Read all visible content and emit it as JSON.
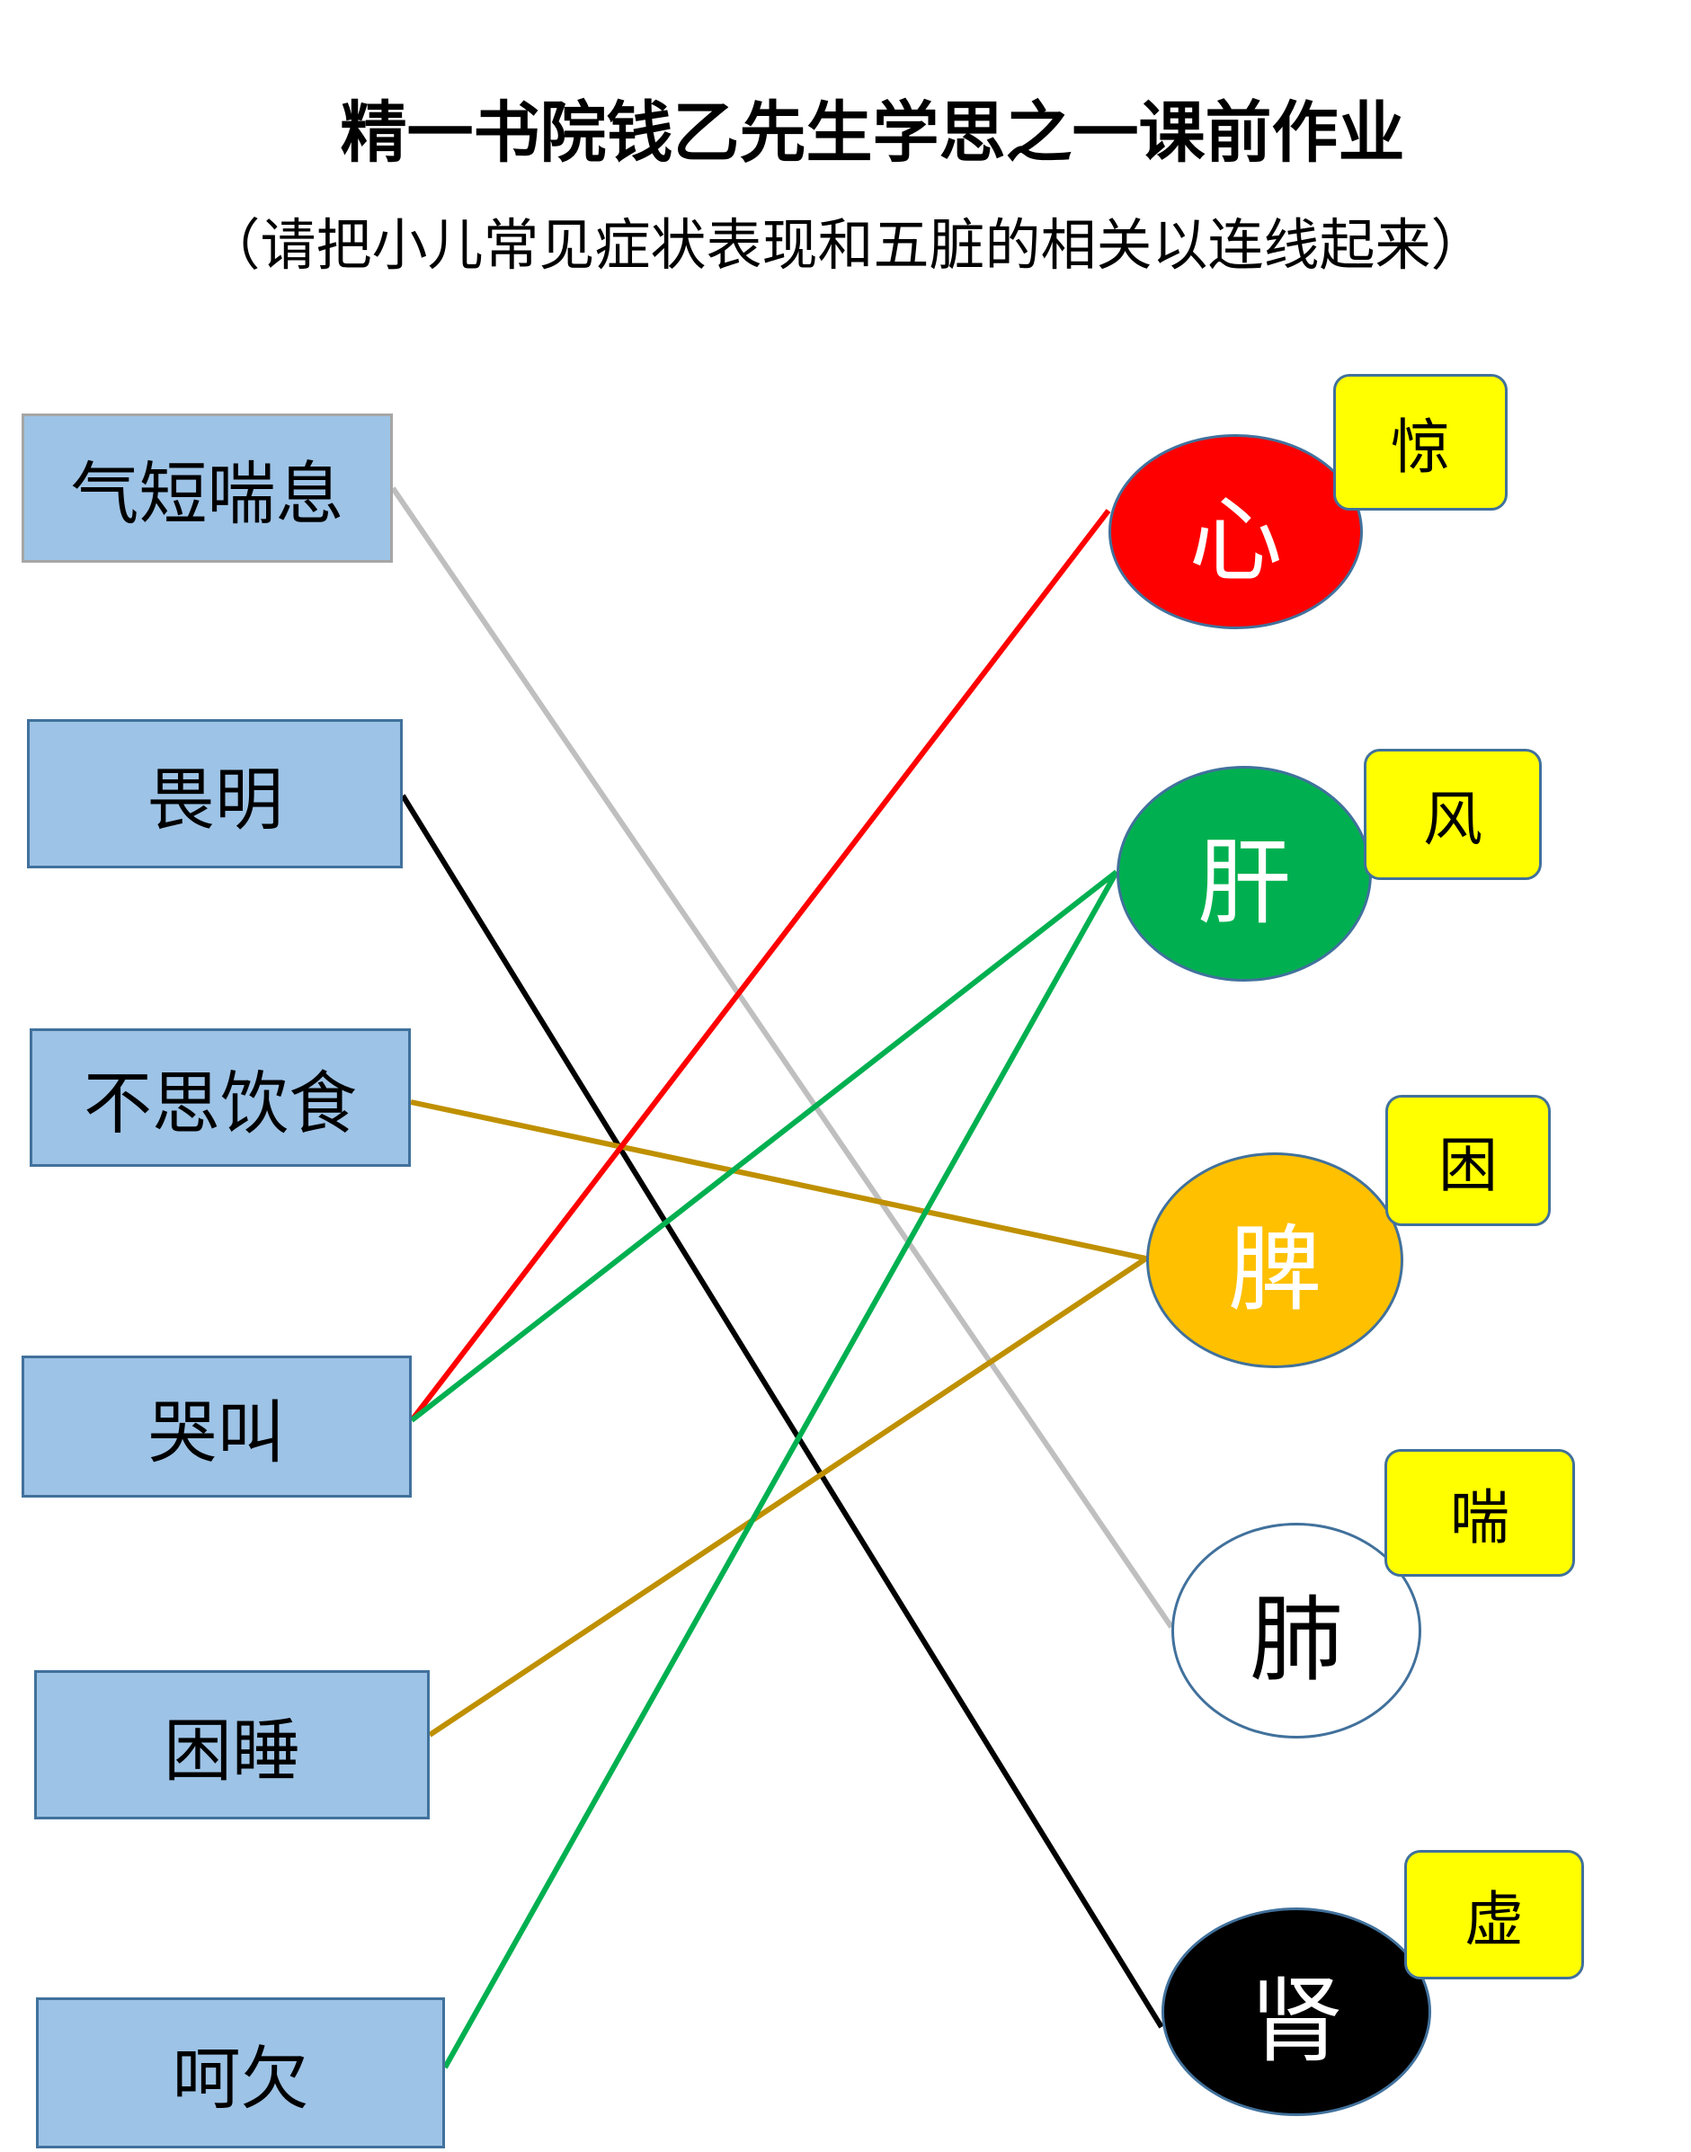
{
  "title": "精一书院钱乙先生学思之一课前作业",
  "subtitle": "（请把小儿常见症状表现和五脏的相关以连线起来）",
  "symptoms": [
    {
      "label": "气短喘息"
    },
    {
      "label": "畏明"
    },
    {
      "label": "不思饮食"
    },
    {
      "label": "哭叫"
    },
    {
      "label": "困睡"
    },
    {
      "label": "呵欠"
    }
  ],
  "organs": [
    {
      "label": "心",
      "tag": "惊",
      "fill": "#ff0000",
      "text_color": "#ffffff"
    },
    {
      "label": "肝",
      "tag": "风",
      "fill": "#00b050",
      "text_color": "#ffffff"
    },
    {
      "label": "脾",
      "tag": "困",
      "fill": "#ffc000",
      "text_color": "#ffffff"
    },
    {
      "label": "肺",
      "tag": "喘",
      "fill": "#ffffff",
      "text_color": "#000000"
    },
    {
      "label": "肾",
      "tag": "虚",
      "fill": "#000000",
      "text_color": "#ffffff"
    }
  ],
  "connections": [
    {
      "from": "气短喘息",
      "to": "肺",
      "color": "#bfbfbf"
    },
    {
      "from": "畏明",
      "to": "肾",
      "color": "#000000"
    },
    {
      "from": "不思饮食",
      "to": "脾",
      "color": "#bf9000"
    },
    {
      "from": "哭叫",
      "to": "心",
      "color": "#ff0000"
    },
    {
      "from": "哭叫",
      "to": "肝",
      "color": "#00b050"
    },
    {
      "from": "困睡",
      "to": "脾",
      "color": "#bf9000"
    },
    {
      "from": "呵欠",
      "to": "肝",
      "color": "#00b050"
    }
  ]
}
